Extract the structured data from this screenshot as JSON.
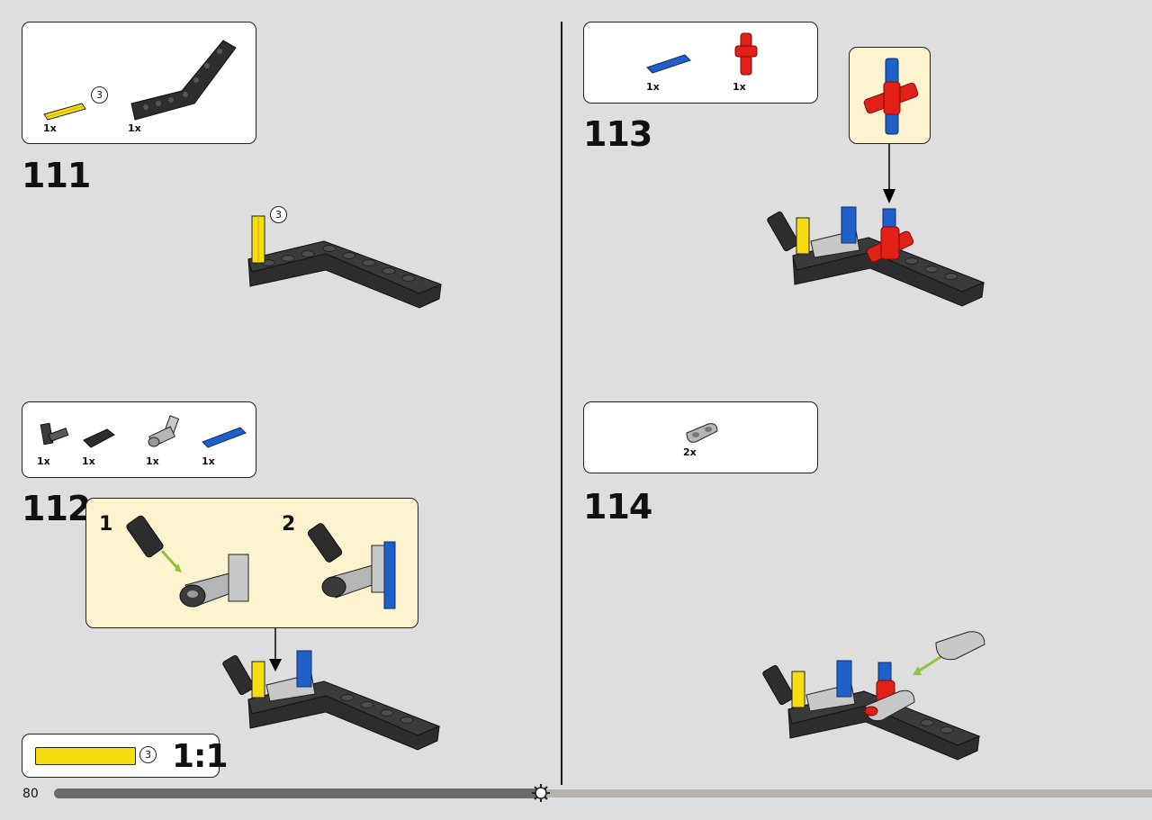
{
  "page": {
    "number": "80"
  },
  "steps": [
    {
      "number": "111",
      "parts": [
        {
          "qty": "1x",
          "name": "yellow-axle-3",
          "length_label": "3"
        },
        {
          "qty": "1x",
          "name": "black-bent-beam"
        }
      ],
      "model_length_label": "3"
    },
    {
      "number": "112",
      "parts": [
        {
          "qty": "1x",
          "name": "dark-axle-connector"
        },
        {
          "qty": "1x",
          "name": "black-pin-connector"
        },
        {
          "qty": "1x",
          "name": "grey-angle-connector"
        },
        {
          "qty": "1x",
          "name": "blue-pin"
        }
      ],
      "substeps": [
        {
          "label": "1"
        },
        {
          "label": "2"
        }
      ]
    },
    {
      "number": "113",
      "parts": [
        {
          "qty": "1x",
          "name": "blue-pin"
        },
        {
          "qty": "1x",
          "name": "red-cross-connector"
        }
      ]
    },
    {
      "number": "114",
      "parts": [
        {
          "qty": "2x",
          "name": "grey-beam-2"
        }
      ]
    }
  ],
  "scale_ruler": {
    "length_label": "3",
    "ratio": "1:1"
  },
  "colors": {
    "yellow": "#f7dd10",
    "black": "#2d2d2d",
    "blue": "#1f5fc8",
    "red": "#e32018",
    "grey": "#b5b5b5",
    "callout": "#fdf4cf"
  }
}
